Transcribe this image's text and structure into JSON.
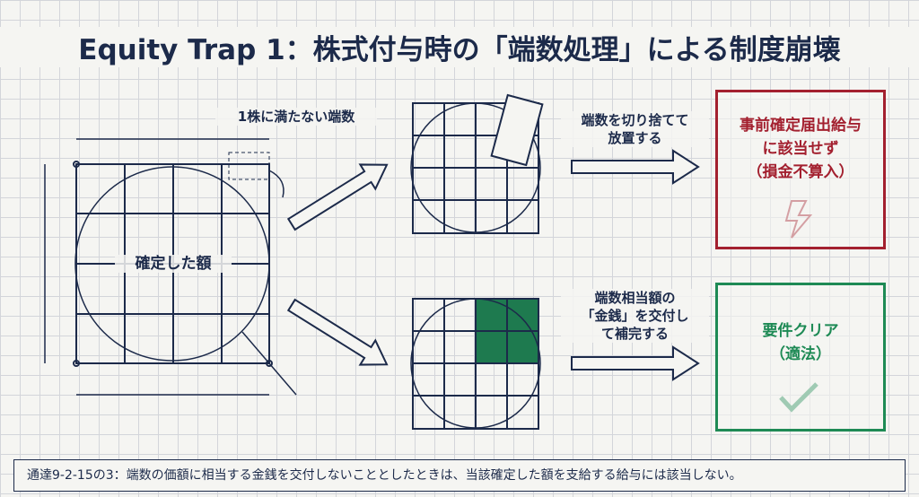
{
  "title": "Equity Trap 1：株式付与時の「端数処理」による制度崩壊",
  "main_puzzle": {
    "center_label": "確定した額",
    "fraction_label": "1株に満たない端数"
  },
  "paths": [
    {
      "action_label_lines": [
        "端数を切り捨てて",
        "放置する"
      ],
      "result_lines": [
        "事前確定届出給与",
        "に該当せず",
        "（損金不算入）"
      ],
      "result_icon": "lightning-icon",
      "color": "#a3202f"
    },
    {
      "action_label_lines": [
        "端数相当額の",
        "「金銭」を交付し",
        "て補完する"
      ],
      "result_lines": [
        "要件クリア",
        "（適法）"
      ],
      "result_icon": "checkmark-icon",
      "color": "#1e8a55"
    }
  ],
  "footnote": "通達9-2-15の3：端数の価額に相当する金銭を交付しないこととしたときは、当該確定した額を支給する給与には該当しない。"
}
